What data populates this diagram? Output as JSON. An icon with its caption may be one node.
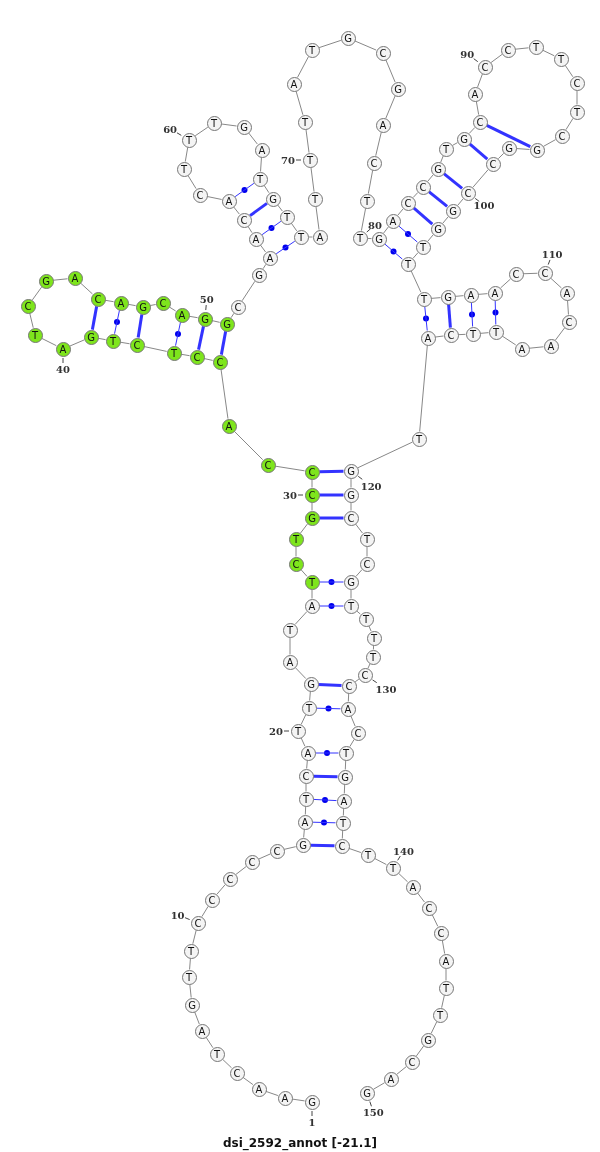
{
  "diagram": {
    "caption": "dsi_2592_annot [-21.1]",
    "nodes": [
      {
        "text": [
          "G"
        ],
        "beside": [
          "1"
        ]
      },
      {
        "text": [
          "A"
        ]
      },
      {
        "text": [
          "A"
        ]
      },
      {
        "text": [
          "C"
        ]
      },
      {
        "text": [
          "T"
        ]
      },
      {
        "text": [
          "A"
        ]
      },
      {
        "text": [
          "G"
        ]
      },
      {
        "text": [
          "T"
        ]
      },
      {
        "text": [
          "T"
        ]
      },
      {
        "text": [
          "C"
        ],
        "beside": [
          "10"
        ]
      },
      {
        "text": [
          "C"
        ]
      },
      {
        "text": [
          "C"
        ]
      },
      {
        "text": [
          "C"
        ]
      },
      {
        "text": [
          "C"
        ]
      },
      {
        "text": [
          "G"
        ]
      },
      {
        "text": [
          "A"
        ]
      },
      {
        "text": [
          "T"
        ]
      },
      {
        "text": [
          "C"
        ]
      },
      {
        "text": [
          "A"
        ]
      },
      {
        "text": [
          "T"
        ],
        "beside": [
          "20"
        ]
      },
      {
        "text": [
          "T"
        ]
      },
      {
        "text": [
          "G"
        ]
      },
      {
        "text": [
          "A"
        ]
      },
      {
        "text": [
          "T"
        ]
      },
      {
        "text": [
          "A"
        ]
      },
      {
        "text": [
          "T"
        ]
      },
      {
        "text": [
          "C"
        ]
      },
      {
        "text": [
          "T"
        ]
      },
      {
        "text": [
          "G"
        ]
      },
      {
        "text": [
          "C"
        ],
        "beside": [
          "30"
        ]
      },
      {
        "text": [
          "C"
        ]
      },
      {
        "text": [
          "C"
        ]
      },
      {
        "text": [
          "A"
        ]
      },
      {
        "text": [
          "C"
        ]
      },
      {
        "text": [
          "C"
        ]
      },
      {
        "text": [
          "T"
        ]
      },
      {
        "text": [
          "C"
        ]
      },
      {
        "text": [
          "T"
        ]
      },
      {
        "text": [
          "G"
        ]
      },
      {
        "text": [
          "A"
        ],
        "beside": [
          "40"
        ]
      },
      {
        "text": [
          "T"
        ]
      },
      {
        "text": [
          "C"
        ]
      },
      {
        "text": [
          "G"
        ]
      },
      {
        "text": [
          "A"
        ]
      },
      {
        "text": [
          "C"
        ]
      },
      {
        "text": [
          "A"
        ]
      },
      {
        "text": [
          "G"
        ]
      },
      {
        "text": [
          "C"
        ]
      },
      {
        "text": [
          "A"
        ]
      },
      {
        "text": [
          "G"
        ],
        "beside": [
          "50"
        ]
      },
      {
        "text": [
          "G"
        ]
      },
      {
        "text": [
          "C"
        ]
      },
      {
        "text": [
          "G"
        ]
      },
      {
        "text": [
          "A"
        ]
      },
      {
        "text": [
          "A"
        ]
      },
      {
        "text": [
          "C"
        ]
      },
      {
        "text": [
          "A"
        ]
      },
      {
        "text": [
          "C"
        ]
      },
      {
        "text": [
          "T"
        ]
      },
      {
        "text": [
          "T"
        ],
        "beside": [
          "60"
        ]
      },
      {
        "text": [
          "T"
        ]
      },
      {
        "text": [
          "G"
        ]
      },
      {
        "text": [
          "A"
        ]
      },
      {
        "text": [
          "T"
        ]
      },
      {
        "text": [
          "G"
        ]
      },
      {
        "text": [
          "T"
        ]
      },
      {
        "text": [
          "T"
        ]
      },
      {
        "text": [
          "A"
        ]
      },
      {
        "text": [
          "T"
        ]
      },
      {
        "text": [
          "T"
        ],
        "beside": [
          "70"
        ]
      },
      {
        "text": [
          "T"
        ]
      },
      {
        "text": [
          "A"
        ]
      },
      {
        "text": [
          "T"
        ]
      },
      {
        "text": [
          "G"
        ]
      },
      {
        "text": [
          "C"
        ]
      },
      {
        "text": [
          "G"
        ]
      },
      {
        "text": [
          "A"
        ]
      },
      {
        "text": [
          "C"
        ]
      },
      {
        "text": [
          "T"
        ]
      },
      {
        "text": [
          "T"
        ],
        "beside": [
          "80"
        ]
      },
      {
        "text": [
          "G"
        ]
      },
      {
        "text": [
          "A"
        ]
      },
      {
        "text": [
          "C"
        ]
      },
      {
        "text": [
          "C"
        ]
      },
      {
        "text": [
          "G"
        ]
      },
      {
        "text": [
          "T"
        ]
      },
      {
        "text": [
          "G"
        ]
      },
      {
        "text": [
          "C"
        ]
      },
      {
        "text": [
          "A"
        ]
      },
      {
        "text": [
          "C"
        ],
        "beside": [
          "90"
        ]
      },
      {
        "text": [
          "C"
        ]
      },
      {
        "text": [
          "T"
        ]
      },
      {
        "text": [
          "T"
        ]
      },
      {
        "text": [
          "C"
        ]
      },
      {
        "text": [
          "T"
        ]
      },
      {
        "text": [
          "C"
        ]
      },
      {
        "text": [
          "G"
        ]
      },
      {
        "text": [
          "G"
        ]
      },
      {
        "text": [
          "C"
        ]
      },
      {
        "text": [
          "C"
        ],
        "beside": [
          "100"
        ]
      },
      {
        "text": [
          "G"
        ]
      },
      {
        "text": [
          "G"
        ]
      },
      {
        "text": [
          "T"
        ]
      },
      {
        "text": [
          "T"
        ]
      },
      {
        "text": [
          "T"
        ]
      },
      {
        "text": [
          "G"
        ]
      },
      {
        "text": [
          "A"
        ]
      },
      {
        "text": [
          "A"
        ]
      },
      {
        "text": [
          "C"
        ]
      },
      {
        "text": [
          "C"
        ],
        "beside": [
          "110"
        ]
      },
      {
        "text": [
          "A"
        ]
      },
      {
        "text": [
          "C"
        ]
      },
      {
        "text": [
          "A"
        ]
      },
      {
        "text": [
          "A"
        ]
      },
      {
        "text": [
          "T"
        ]
      },
      {
        "text": [
          "T"
        ]
      },
      {
        "text": [
          "C"
        ]
      },
      {
        "text": [
          "A"
        ]
      },
      {
        "text": [
          "T"
        ]
      },
      {
        "text": [
          "G"
        ],
        "beside": [
          "120"
        ]
      },
      {
        "text": [
          "G"
        ]
      },
      {
        "text": [
          "C"
        ]
      },
      {
        "text": [
          "T"
        ]
      },
      {
        "text": [
          "C"
        ]
      },
      {
        "text": [
          "G"
        ]
      },
      {
        "text": [
          "T"
        ]
      },
      {
        "text": [
          "T"
        ]
      },
      {
        "text": [
          "T"
        ]
      },
      {
        "text": [
          "T"
        ]
      },
      {
        "text": [
          "C"
        ],
        "beside": [
          "130"
        ]
      },
      {
        "text": [
          "C"
        ]
      },
      {
        "text": [
          "A"
        ]
      },
      {
        "text": [
          "C"
        ]
      },
      {
        "text": [
          "T"
        ]
      },
      {
        "text": [
          "G"
        ]
      },
      {
        "text": [
          "A"
        ]
      },
      {
        "text": [
          "T"
        ]
      },
      {
        "text": [
          "C"
        ]
      },
      {
        "text": [
          "T"
        ]
      },
      {
        "text": [
          "T"
        ],
        "beside": [
          "140"
        ]
      },
      {
        "text": [
          "A"
        ]
      },
      {
        "text": [
          "C"
        ]
      },
      {
        "text": [
          "C"
        ]
      },
      {
        "text": [
          "A"
        ]
      },
      {
        "text": [
          "T"
        ]
      },
      {
        "text": [
          "T"
        ]
      },
      {
        "text": [
          "G"
        ]
      },
      {
        "text": [
          "C"
        ]
      },
      {
        "text": [
          "A"
        ]
      },
      {
        "text": [
          "G"
        ],
        "beside": [
          "150"
        ]
      }
    ],
    "edges": [
      {
        "from": 0,
        "to": 1,
        "arrow": "none"
      },
      {
        "from": 1,
        "to": 2,
        "arrow": "none"
      },
      {
        "from": 2,
        "to": 3,
        "arrow": "none"
      },
      {
        "from": 3,
        "to": 4,
        "arrow": "none"
      },
      {
        "from": 4,
        "to": 5,
        "arrow": "none"
      },
      {
        "from": 5,
        "to": 6,
        "arrow": "none"
      },
      {
        "from": 6,
        "to": 7,
        "arrow": "none"
      },
      {
        "from": 7,
        "to": 8,
        "arrow": "none"
      },
      {
        "from": 8,
        "to": 9,
        "arrow": "none"
      },
      {
        "from": 9,
        "to": 10,
        "arrow": "none"
      },
      {
        "from": 10,
        "to": 11,
        "arrow": "none"
      },
      {
        "from": 11,
        "to": 12,
        "arrow": "none"
      },
      {
        "from": 12,
        "to": 13,
        "arrow": "none"
      },
      {
        "from": 13,
        "to": 14,
        "arrow": "none"
      },
      {
        "from": 14,
        "to": 15,
        "arrow": "none"
      },
      {
        "from": 15,
        "to": 16,
        "arrow": "none"
      },
      {
        "from": 16,
        "to": 17,
        "arrow": "none"
      },
      {
        "from": 17,
        "to": 18,
        "arrow": "none"
      },
      {
        "from": 18,
        "to": 19,
        "arrow": "none"
      },
      {
        "from": 19,
        "to": 20,
        "arrow": "none"
      },
      {
        "from": 20,
        "to": 21,
        "arrow": "none"
      },
      {
        "from": 21,
        "to": 22,
        "arrow": "none"
      },
      {
        "from": 22,
        "to": 23,
        "arrow": "none"
      },
      {
        "from": 23,
        "to": 24,
        "arrow": "none"
      },
      {
        "from": 24,
        "to": 25,
        "arrow": "none"
      },
      {
        "from": 25,
        "to": 26,
        "arrow": "none"
      },
      {
        "from": 26,
        "to": 27,
        "arrow": "none"
      },
      {
        "from": 27,
        "to": 28,
        "arrow": "none"
      },
      {
        "from": 28,
        "to": 29,
        "arrow": "none"
      },
      {
        "from": 29,
        "to": 30,
        "arrow": "none"
      },
      {
        "from": 30,
        "to": 31,
        "arrow": "none"
      },
      {
        "from": 31,
        "to": 32,
        "arrow": "none"
      },
      {
        "from": 32,
        "to": 33,
        "arrow": "none"
      },
      {
        "from": 33,
        "to": 34,
        "arrow": "none"
      },
      {
        "from": 34,
        "to": 35,
        "arrow": "none"
      },
      {
        "from": 35,
        "to": 36,
        "arrow": "none"
      },
      {
        "from": 36,
        "to": 37,
        "arrow": "none"
      },
      {
        "from": 37,
        "to": 38,
        "arrow": "none"
      },
      {
        "from": 38,
        "to": 39,
        "arrow": "none"
      },
      {
        "from": 39,
        "to": 40,
        "arrow": "none"
      },
      {
        "from": 40,
        "to": 41,
        "arrow": "none"
      },
      {
        "from": 41,
        "to": 42,
        "arrow": "none"
      },
      {
        "from": 42,
        "to": 43,
        "arrow": "none"
      },
      {
        "from": 43,
        "to": 44,
        "arrow": "none"
      },
      {
        "from": 44,
        "to": 45,
        "arrow": "none"
      },
      {
        "from": 45,
        "to": 46,
        "arrow": "none"
      },
      {
        "from": 46,
        "to": 47,
        "arrow": "none"
      },
      {
        "from": 47,
        "to": 48,
        "arrow": "none"
      },
      {
        "from": 48,
        "to": 49,
        "arrow": "none"
      },
      {
        "from": 49,
        "to": 50,
        "arrow": "none"
      },
      {
        "from": 50,
        "to": 51,
        "arrow": "none"
      },
      {
        "from": 51,
        "to": 52,
        "arrow": "none"
      },
      {
        "from": 52,
        "to": 53,
        "arrow": "none"
      },
      {
        "from": 53,
        "to": 54,
        "arrow": "none"
      },
      {
        "from": 54,
        "to": 55,
        "arrow": "none"
      },
      {
        "from": 55,
        "to": 56,
        "arrow": "none"
      },
      {
        "from": 56,
        "to": 57,
        "arrow": "none"
      },
      {
        "from": 57,
        "to": 58,
        "arrow": "none"
      },
      {
        "from": 58,
        "to": 59,
        "arrow": "none"
      },
      {
        "from": 59,
        "to": 60,
        "arrow": "none"
      },
      {
        "from": 60,
        "to": 61,
        "arrow": "none"
      },
      {
        "from": 61,
        "to": 62,
        "arrow": "none"
      },
      {
        "from": 62,
        "to": 63,
        "arrow": "none"
      },
      {
        "from": 63,
        "to": 64,
        "arrow": "none"
      },
      {
        "from": 64,
        "to": 65,
        "arrow": "none"
      },
      {
        "from": 65,
        "to": 66,
        "arrow": "none"
      },
      {
        "from": 66,
        "to": 67,
        "arrow": "none"
      },
      {
        "from": 67,
        "to": 68,
        "arrow": "none"
      },
      {
        "from": 68,
        "to": 69,
        "arrow": "none"
      },
      {
        "from": 69,
        "to": 70,
        "arrow": "none"
      },
      {
        "from": 70,
        "to": 71,
        "arrow": "none"
      },
      {
        "from": 71,
        "to": 72,
        "arrow": "none"
      },
      {
        "from": 72,
        "to": 73,
        "arrow": "none"
      },
      {
        "from": 73,
        "to": 74,
        "arrow": "none"
      },
      {
        "from": 74,
        "to": 75,
        "arrow": "none"
      },
      {
        "from": 75,
        "to": 76,
        "arrow": "none"
      },
      {
        "from": 76,
        "to": 77,
        "arrow": "none"
      },
      {
        "from": 77,
        "to": 78,
        "arrow": "none"
      },
      {
        "from": 78,
        "to": 79,
        "arrow": "none"
      },
      {
        "from": 79,
        "to": 80,
        "arrow": "none"
      },
      {
        "from": 80,
        "to": 81,
        "arrow": "none"
      },
      {
        "from": 81,
        "to": 82,
        "arrow": "none"
      },
      {
        "from": 82,
        "to": 83,
        "arrow": "none"
      },
      {
        "from": 83,
        "to": 84,
        "arrow": "none"
      },
      {
        "from": 84,
        "to": 85,
        "arrow": "none"
      },
      {
        "from": 85,
        "to": 86,
        "arrow": "none"
      },
      {
        "from": 86,
        "to": 87,
        "arrow": "none"
      },
      {
        "from": 87,
        "to": 88,
        "arrow": "none"
      },
      {
        "from": 88,
        "to": 89,
        "arrow": "none"
      },
      {
        "from": 89,
        "to": 90,
        "arrow": "none"
      },
      {
        "from": 90,
        "to": 91,
        "arrow": "none"
      },
      {
        "from": 91,
        "to": 92,
        "arrow": "none"
      },
      {
        "from": 92,
        "to": 93,
        "arrow": "none"
      },
      {
        "from": 93,
        "to": 94,
        "arrow": "none"
      },
      {
        "from": 94,
        "to": 95,
        "arrow": "none"
      },
      {
        "from": 95,
        "to": 96,
        "arrow": "none"
      },
      {
        "from": 96,
        "to": 97,
        "arrow": "none"
      },
      {
        "from": 97,
        "to": 98,
        "arrow": "none"
      },
      {
        "from": 98,
        "to": 99,
        "arrow": "none"
      },
      {
        "from": 99,
        "to": 100,
        "arrow": "none"
      },
      {
        "from": 100,
        "to": 101,
        "arrow": "none"
      },
      {
        "from": 101,
        "to": 102,
        "arrow": "none"
      },
      {
        "from": 102,
        "to": 103,
        "arrow": "none"
      },
      {
        "from": 103,
        "to": 104,
        "arrow": "none"
      },
      {
        "from": 104,
        "to": 105,
        "arrow": "none"
      },
      {
        "from": 105,
        "to": 106,
        "arrow": "none"
      },
      {
        "from": 106,
        "to": 107,
        "arrow": "none"
      },
      {
        "from": 107,
        "to": 108,
        "arrow": "none"
      },
      {
        "from": 108,
        "to": 109,
        "arrow": "none"
      },
      {
        "from": 109,
        "to": 110,
        "arrow": "none"
      },
      {
        "from": 110,
        "to": 111,
        "arrow": "none"
      },
      {
        "from": 111,
        "to": 112,
        "arrow": "none"
      },
      {
        "from": 112,
        "to": 113,
        "arrow": "none"
      },
      {
        "from": 113,
        "to": 114,
        "arrow": "none"
      },
      {
        "from": 114,
        "to": 115,
        "arrow": "none"
      },
      {
        "from": 115,
        "to": 116,
        "arrow": "none"
      },
      {
        "from": 116,
        "to": 117,
        "arrow": "none"
      },
      {
        "from": 117,
        "to": 118,
        "arrow": "none"
      },
      {
        "from": 118,
        "to": 119,
        "arrow": "none"
      },
      {
        "from": 119,
        "to": 120,
        "arrow": "none"
      },
      {
        "from": 120,
        "to": 121,
        "arrow": "none"
      },
      {
        "from": 121,
        "to": 122,
        "arrow": "none"
      },
      {
        "from": 122,
        "to": 123,
        "arrow": "none"
      },
      {
        "from": 123,
        "to": 124,
        "arrow": "none"
      },
      {
        "from": 124,
        "to": 125,
        "arrow": "none"
      },
      {
        "from": 125,
        "to": 126,
        "arrow": "none"
      },
      {
        "from": 126,
        "to": 127,
        "arrow": "none"
      },
      {
        "from": 127,
        "to": 128,
        "arrow": "none"
      },
      {
        "from": 128,
        "to": 129,
        "arrow": "none"
      },
      {
        "from": 129,
        "to": 130,
        "arrow": "none"
      },
      {
        "from": 130,
        "to": 131,
        "arrow": "none"
      },
      {
        "from": 131,
        "to": 132,
        "arrow": "none"
      },
      {
        "from": 132,
        "to": 133,
        "arrow": "none"
      },
      {
        "from": 133,
        "to": 134,
        "arrow": "none"
      },
      {
        "from": 134,
        "to": 135,
        "arrow": "none"
      },
      {
        "from": 135,
        "to": 136,
        "arrow": "none"
      },
      {
        "from": 136,
        "to": 137,
        "arrow": "none"
      },
      {
        "from": 137,
        "to": 138,
        "arrow": "none"
      },
      {
        "from": 138,
        "to": 139,
        "arrow": "none"
      },
      {
        "from": 139,
        "to": 140,
        "arrow": "none"
      },
      {
        "from": 140,
        "to": 141,
        "arrow": "none"
      },
      {
        "from": 141,
        "to": 142,
        "arrow": "none"
      },
      {
        "from": 142,
        "to": 143,
        "arrow": "none"
      },
      {
        "from": 143,
        "to": 144,
        "arrow": "none"
      },
      {
        "from": 144,
        "to": 145,
        "arrow": "none"
      },
      {
        "from": 145,
        "to": 146,
        "arrow": "none"
      },
      {
        "from": 146,
        "to": 147,
        "arrow": "none"
      },
      {
        "from": 147,
        "to": 148,
        "arrow": "none"
      },
      {
        "from": 148,
        "to": 149,
        "arrow": "none"
      },
      {
        "from": 14,
        "to": 137,
        "arrow": "none",
        "style": "thick",
        "color": "#3333ff"
      },
      {
        "from": 15,
        "to": 136,
        "arrow": "none",
        "color": "#3333ff"
      },
      {
        "from": 16,
        "to": 135,
        "arrow": "none",
        "color": "#3333ff"
      },
      {
        "from": 17,
        "to": 134,
        "arrow": "none",
        "style": "thick",
        "color": "#3333ff"
      },
      {
        "from": 18,
        "to": 133,
        "arrow": "none",
        "color": "#3333ff"
      },
      {
        "from": 20,
        "to": 131,
        "arrow": "none",
        "color": "#3333ff"
      },
      {
        "from": 21,
        "to": 130,
        "arrow": "none",
        "style": "thick",
        "color": "#3333ff"
      },
      {
        "from": 24,
        "to": 125,
        "arrow": "none",
        "color": "#3333ff"
      },
      {
        "from": 25,
        "to": 124,
        "arrow": "none",
        "color": "#3333ff"
      },
      {
        "from": 28,
        "to": 121,
        "arrow": "none",
        "style": "thick",
        "color": "#3333ff"
      },
      {
        "from": 29,
        "to": 120,
        "arrow": "none",
        "style": "thick",
        "color": "#3333ff"
      },
      {
        "from": 30,
        "to": 119,
        "arrow": "none",
        "style": "thick",
        "color": "#3333ff"
      },
      {
        "from": 33,
        "to": 50,
        "arrow": "none",
        "style": "thick",
        "color": "#3333ff"
      },
      {
        "from": 34,
        "to": 49,
        "arrow": "none",
        "style": "thick",
        "color": "#3333ff"
      },
      {
        "from": 35,
        "to": 48,
        "arrow": "none",
        "color": "#3333ff"
      },
      {
        "from": 36,
        "to": 46,
        "arrow": "none",
        "style": "thick",
        "color": "#3333ff"
      },
      {
        "from": 37,
        "to": 45,
        "arrow": "none",
        "color": "#3333ff"
      },
      {
        "from": 38,
        "to": 44,
        "arrow": "none",
        "style": "thick",
        "color": "#3333ff"
      },
      {
        "from": 53,
        "to": 66,
        "arrow": "none",
        "color": "#3333ff"
      },
      {
        "from": 54,
        "to": 65,
        "arrow": "none",
        "color": "#3333ff"
      },
      {
        "from": 55,
        "to": 64,
        "arrow": "none",
        "style": "thick",
        "color": "#3333ff"
      },
      {
        "from": 56,
        "to": 63,
        "arrow": "none",
        "color": "#3333ff"
      },
      {
        "from": 80,
        "to": 103,
        "arrow": "none",
        "color": "#3333ff"
      },
      {
        "from": 81,
        "to": 102,
        "arrow": "none",
        "color": "#3333ff"
      },
      {
        "from": 82,
        "to": 101,
        "arrow": "none",
        "style": "thick",
        "color": "#3333ff"
      },
      {
        "from": 83,
        "to": 100,
        "arrow": "none",
        "style": "thick",
        "color": "#3333ff"
      },
      {
        "from": 84,
        "to": 99,
        "arrow": "none",
        "style": "thick",
        "color": "#3333ff"
      },
      {
        "from": 86,
        "to": 98,
        "arrow": "none",
        "style": "thick",
        "color": "#3333ff"
      },
      {
        "from": 87,
        "to": 96,
        "arrow": "none",
        "style": "thick",
        "color": "#3333ff"
      },
      {
        "from": 104,
        "to": 117,
        "arrow": "none",
        "color": "#3333ff"
      },
      {
        "from": 105,
        "to": 116,
        "arrow": "none",
        "style": "thick",
        "color": "#3333ff"
      },
      {
        "from": 106,
        "to": 115,
        "arrow": "none",
        "color": "#3333ff"
      },
      {
        "from": 107,
        "to": 114,
        "arrow": "none",
        "color": "#3333ff"
      }
    ]
  }
}
